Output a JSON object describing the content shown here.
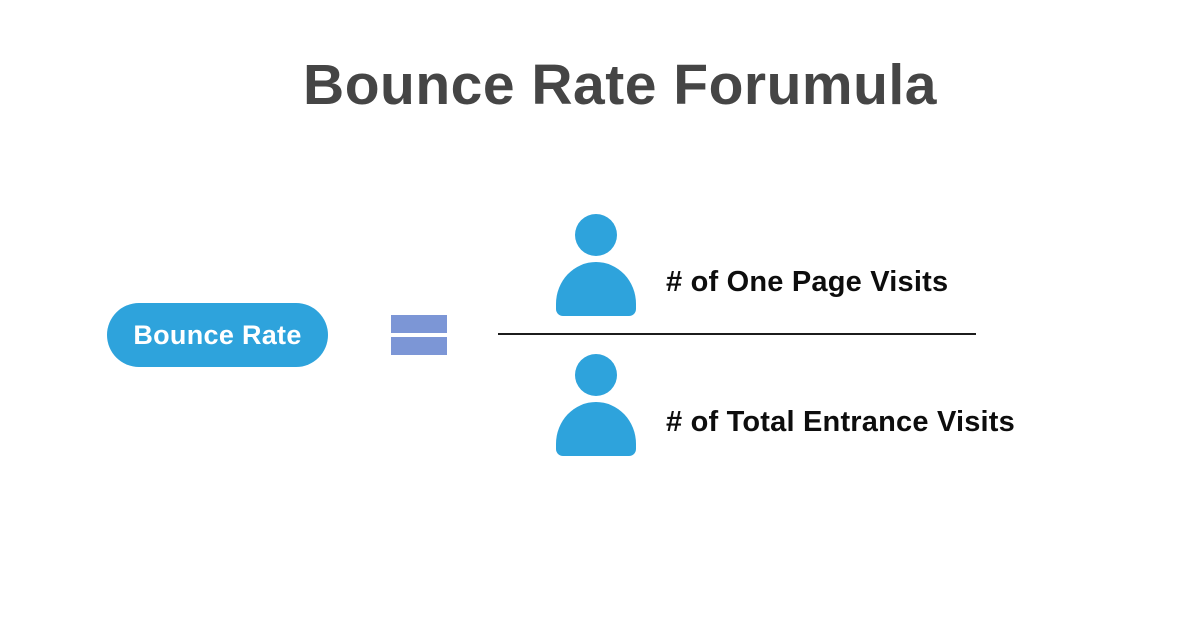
{
  "title": "Bounce Rate Forumula",
  "formula": {
    "label": "Bounce Rate",
    "equals_icon": "equals-icon",
    "numerator": {
      "icon": "person-icon",
      "text": "# of One Page Visits"
    },
    "denominator": {
      "icon": "person-icon",
      "text": "# of Total Entrance Visits"
    }
  },
  "colors": {
    "accent_blue": "#2EA3DC",
    "equals_blue": "#7C96D6",
    "title_gray": "#454545",
    "text_black": "#0D0D0D",
    "divider_black": "#1C1C1C",
    "pill_text_white": "#FFFFFF",
    "background": "#FFFFFF"
  }
}
